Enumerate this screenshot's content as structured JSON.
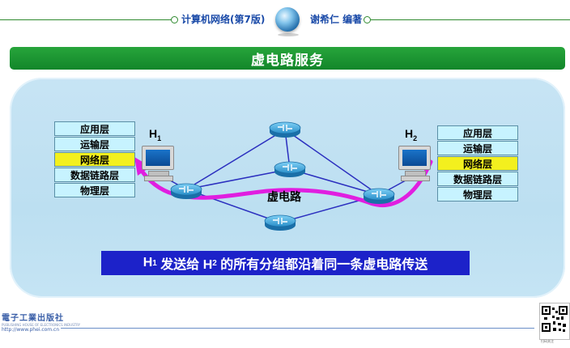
{
  "header": {
    "book_title": "计算机网络(第7版)",
    "author": "谢希仁 编著"
  },
  "slide": {
    "title": "虚电路服务"
  },
  "diagram": {
    "left_stack": {
      "layers": [
        "应用层",
        "运输层",
        "网络层",
        "数据链路层",
        "物理层"
      ],
      "active_index": 2
    },
    "right_stack": {
      "layers": [
        "应用层",
        "运输层",
        "网络层",
        "数据链路层",
        "物理层"
      ],
      "active_index": 2
    },
    "host_left": {
      "name": "H",
      "sub": "1"
    },
    "host_right": {
      "name": "H",
      "sub": "2"
    },
    "virtual_circuit_label": "虚电路",
    "caption": {
      "part1": "H",
      "sub1": "1",
      "part2": " 发送给 H",
      "sub2": "2",
      "part3": " 的所有分组都沿着同一条虚电路传送"
    },
    "colors": {
      "link": "#2b2fbf",
      "virtual_circuit": "#e01ee0",
      "router": "#2a8fc9",
      "layer_bg": "#c7f3ff",
      "layer_active": "#f3f01e",
      "caption_bg": "#1c22c9"
    }
  },
  "footer": {
    "publisher": "電子工業出版社",
    "publisher_en": "PUBLISHING HOUSE OF ELECTRONICS INDUSTRY",
    "url": "http://www.phei.com.cn",
    "qr_caption": "扫码关注"
  }
}
